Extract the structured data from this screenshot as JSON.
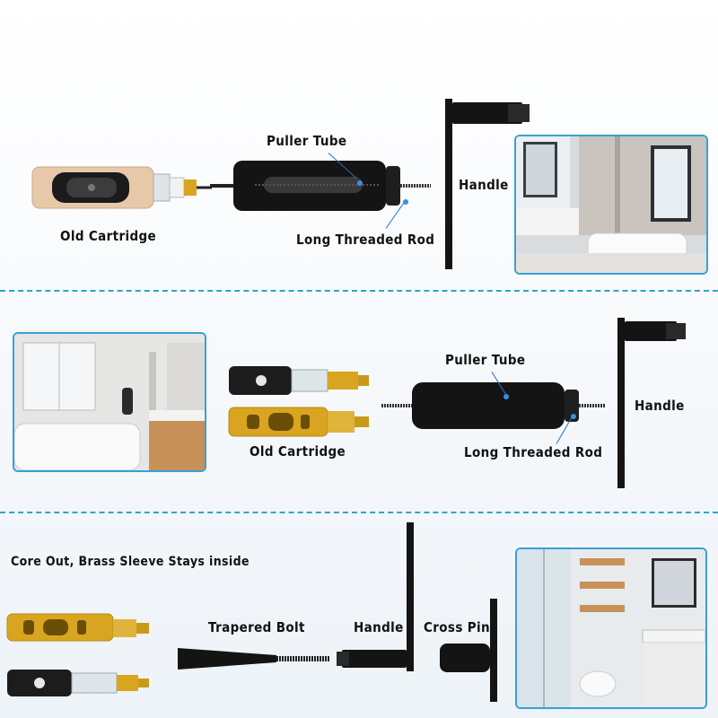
{
  "section1": {
    "puller_tube": "Puller  Tube",
    "handle": "Handle",
    "long_rod": "Long  Threaded  Rod",
    "old_cartridge": "Old  Cartridge"
  },
  "section2": {
    "puller_tube": "Puller  Tube",
    "handle": "Handle",
    "long_rod": "Long  Threaded  Rod",
    "old_cartridge": "Old  Cartridge"
  },
  "section3": {
    "core_out": "Core Out, Brass Sleeve Stays inside",
    "tapered_bolt": "Trapered  Bolt",
    "handle": "Handle",
    "cross_pin": "Cross  Pin"
  },
  "colors": {
    "divider": "#2aa7c9",
    "photo_border": "#3a9fd6",
    "tool_black": "#141414",
    "brass": "#d9a520"
  }
}
